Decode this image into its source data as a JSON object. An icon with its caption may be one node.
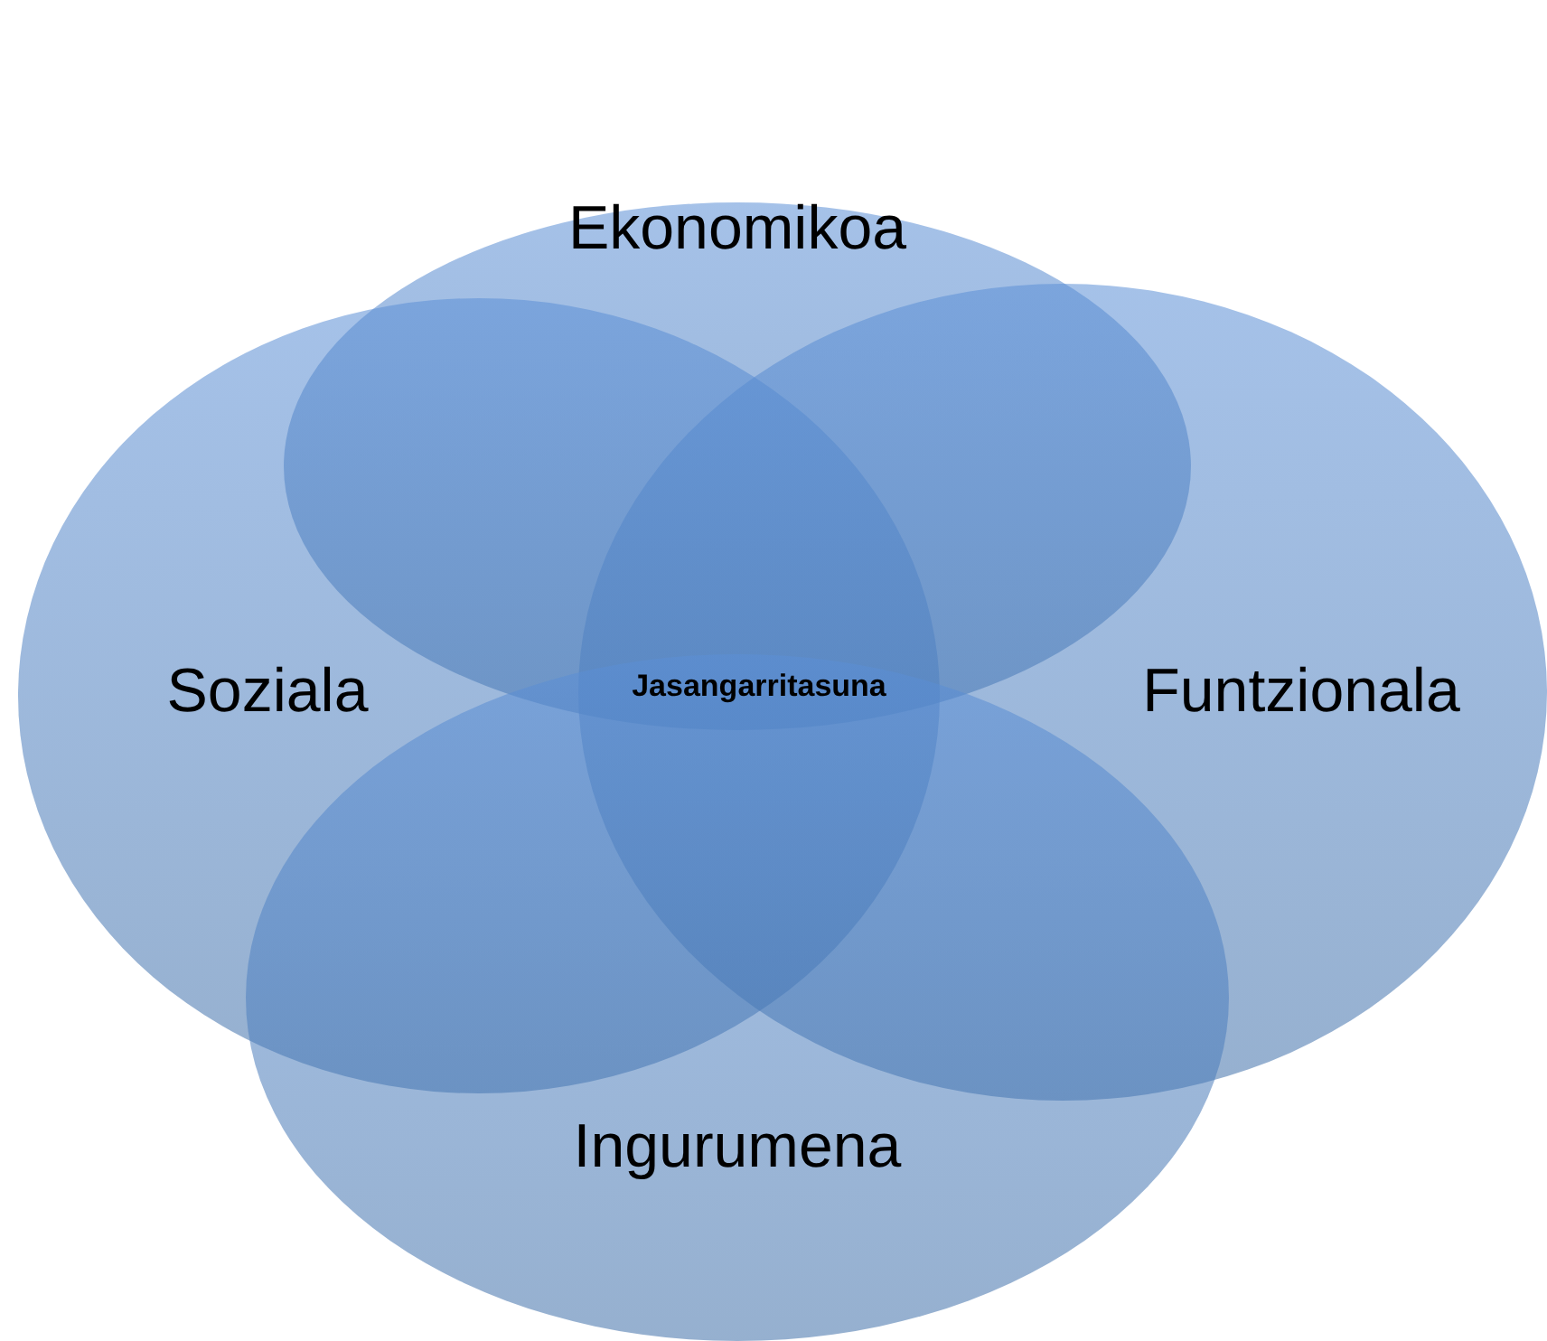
{
  "diagram": {
    "nodes": [
      {
        "text": [
          "Ekonomikoa"
        ]
      },
      {
        "text": [
          "Soziala"
        ]
      },
      {
        "text": [
          "Funtzionala"
        ]
      },
      {
        "text": [
          "Ingurumena"
        ]
      }
    ],
    "labels": [
      "Jasangarritasuna"
    ]
  }
}
